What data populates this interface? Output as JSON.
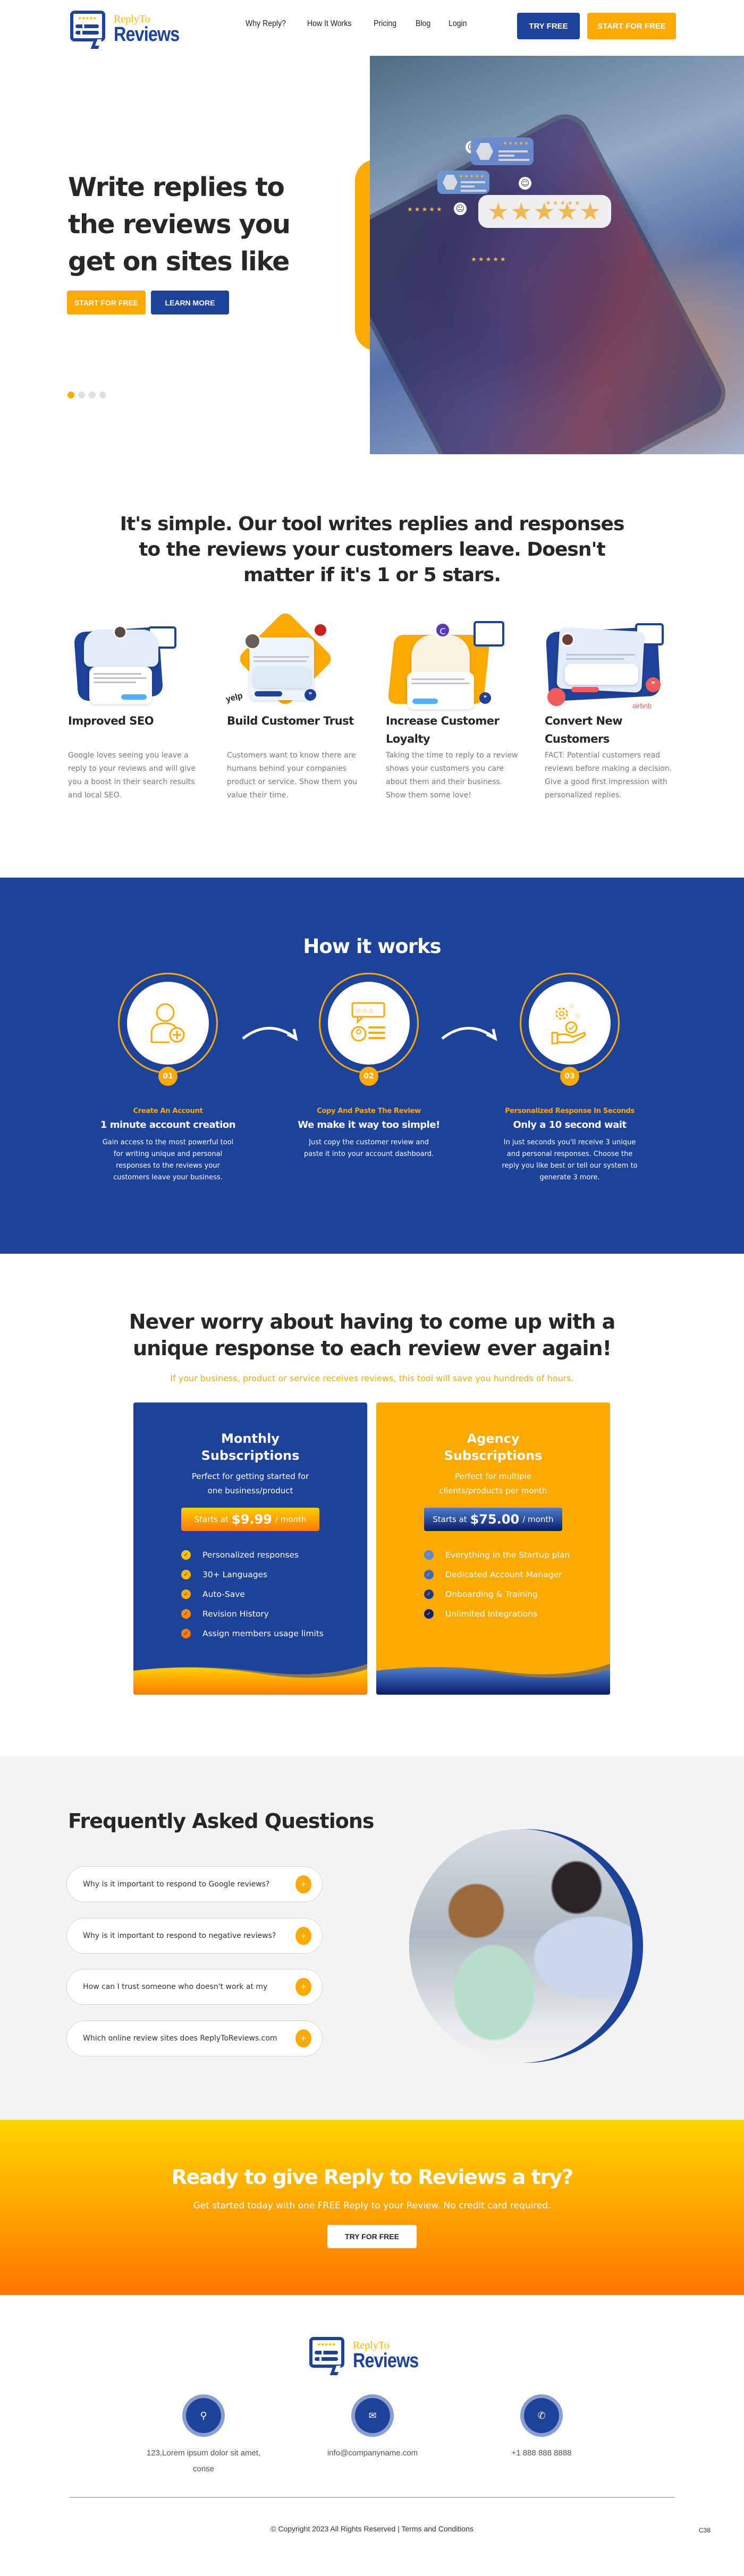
{
  "brand": {
    "logo_small": "ReplyTo",
    "logo_big": "Reviews",
    "logo_stars": "★★★★★",
    "colors": {
      "primary": "#1d429a",
      "accent": "#fcaa00",
      "text": "#272727",
      "muted": "#7a7a7a"
    }
  },
  "nav": {
    "items": [
      "Why Reply?",
      "How It Works",
      "Pricing",
      "Blog",
      "Login"
    ],
    "try_free": "TRY FREE",
    "start_free": "START FOR FREE"
  },
  "hero": {
    "title": "Write replies to the reviews you get on sites like",
    "start_button": "START FOR FREE",
    "learn_button": "LEARN MORE",
    "slider_dots": 4,
    "active_dot": 0,
    "image_alt": "hand holding phone with review bubbles and five stars",
    "big_stars": "★★★★★",
    "small_stars": "★★★★★"
  },
  "intro": {
    "title": "It's simple. Our tool writes replies and responses to the reviews your customers leave. Doesn't matter if it's 1 or 5 stars.",
    "features": [
      {
        "title": "Improved SEO",
        "desc": "Google loves seeing you leave a reply to your reviews and will give you a boost in their search results and local SEO.",
        "icon": "google-review-illustration"
      },
      {
        "title": "Build Customer Trust",
        "desc": "Customers want to know there are humans behind your companies product or service. Show them you value their time.",
        "icon": "yelp-review-illustration",
        "badge": "yelp"
      },
      {
        "title": "Increase Customer Loyalty",
        "desc": "Taking the time to reply to a review shows your customers you care about them and their business. Show them some love!",
        "icon": "loyalty-review-illustration",
        "avatar_letter": "C"
      },
      {
        "title": "Convert New Customers",
        "desc": "FACT: Potential customers read reviews before making a decision. Give a good first impression with personalized replies.",
        "icon": "airbnb-review-illustration",
        "badge": "airbnb"
      }
    ]
  },
  "how": {
    "title": "How it works",
    "steps": [
      {
        "num": "01",
        "kicker": "Create An Account",
        "title": "1 minute account creation",
        "desc": "Gain access to the most powerful tool for writing unique and personal responses to the reviews your customers leave your business.",
        "icon": "user-add-icon"
      },
      {
        "num": "02",
        "kicker": "Copy And Paste The Review",
        "title": "We make it way too simple!",
        "desc": "Just copy the customer review and paste it into your account dashboard.",
        "icon": "review-copy-icon"
      },
      {
        "num": "03",
        "kicker": "Personalized Response In Seconds",
        "title": "Only a 10 second wait",
        "desc": "In just seconds you'll receive 3 unique and personal responses. Choose the reply you like best or tell our system to generate 3 more.",
        "icon": "gear-hand-icon"
      }
    ]
  },
  "pricing": {
    "title": "Never worry about having to come up with a unique response to each review ever again!",
    "subtitle": "If your business, product or service receives reviews, this tool will save you hundreds of hours.",
    "plans": [
      {
        "name": "Monthly Subscriptions",
        "desc": "Perfect for getting started for one business/product",
        "price_prefix": "Starts at",
        "price": "$9.99",
        "price_suffix": "/ month",
        "features": [
          "Personalized responses",
          "30+ Languages",
          "Auto-Save",
          "Revision History",
          "Assign members usage limits"
        ],
        "check_colors": [
          "#fcc200",
          "#fcb800",
          "#fcaa00",
          "#fb8c00",
          "#f97a00"
        ]
      },
      {
        "name": "Agency Subscriptions",
        "desc": "Perfect for multiple clients/products per month",
        "price_prefix": "Starts at",
        "price": "$75.00",
        "price_suffix": "/ month",
        "features": [
          "Everything in the Startup plan",
          "Dedicated Account Manager",
          "Onboarding & Training",
          "Unlimited Integrations"
        ],
        "check_colors": [
          "#5b88d6",
          "#3d68c0",
          "#1d3a8a",
          "#0f2070"
        ]
      }
    ]
  },
  "faq": {
    "title": "Frequently Asked Questions",
    "items": [
      "Why is it important to respond to Google reviews?",
      "Why is it important to respond to negative reviews?",
      "How can I trust someone who doesn't work at my",
      "Which online review sites does ReplyToReviews.com"
    ],
    "toggle": "+"
  },
  "cta": {
    "title": "Ready to give Reply to Reviews a try?",
    "subtitle": "Get started today with one FREE Reply to your Review. No credit card required.",
    "button": "TRY FOR FREE"
  },
  "footer": {
    "contacts": [
      {
        "icon": "location-icon",
        "glyph": "⚲",
        "text": "123,Lorem ipsum dolor sit amet, conse"
      },
      {
        "icon": "mail-icon",
        "glyph": "✉",
        "text": "info@companyname.com"
      },
      {
        "icon": "phone-icon",
        "glyph": "✆",
        "text": "+1 888 888 8888"
      }
    ],
    "copyright": "© Copyright 2023 All Rights Reserved | Terms and Conditions",
    "corner_label": "C38"
  }
}
